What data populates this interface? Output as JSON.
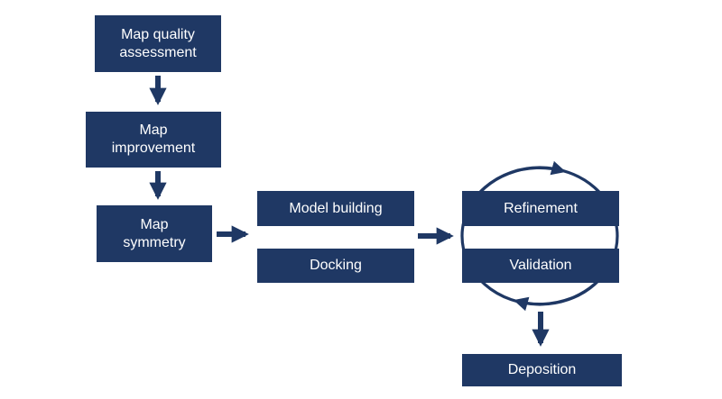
{
  "diagram": {
    "type": "flowchart",
    "nodes": {
      "map_quality_assessment": "Map quality assessment",
      "map_improvement": "Map improvement",
      "map_symmetry": "Map symmetry",
      "model_building": "Model building",
      "docking": "Docking",
      "refinement": "Refinement",
      "validation": "Validation",
      "deposition": "Deposition"
    },
    "edges": [
      {
        "from": "map_quality_assessment",
        "to": "map_improvement",
        "style": "arrow-down"
      },
      {
        "from": "map_improvement",
        "to": "map_symmetry",
        "style": "arrow-down"
      },
      {
        "from": "map_symmetry",
        "to": "model_building_docking_group",
        "style": "arrow-right"
      },
      {
        "from": "model_building_docking_group",
        "to": "refinement_validation_group",
        "style": "arrow-right"
      },
      {
        "from": "refinement",
        "to": "validation",
        "style": "circular-cycle"
      },
      {
        "from": "refinement_validation_group",
        "to": "deposition",
        "style": "arrow-down"
      }
    ],
    "colors": {
      "box_fill": "#1f3864",
      "text": "#ffffff",
      "arrow": "#1f3864",
      "background": "#ffffff"
    }
  }
}
